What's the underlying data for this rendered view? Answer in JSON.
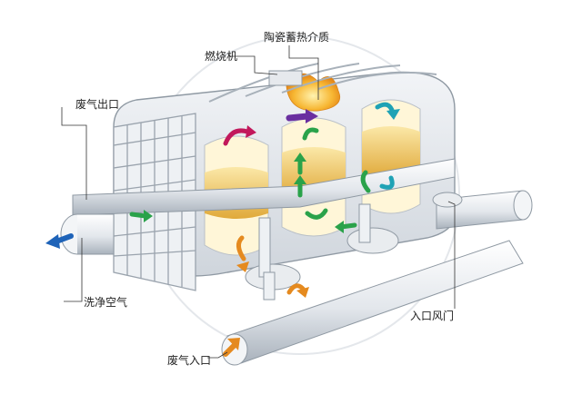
{
  "labels": {
    "ceramic_media": "陶瓷蓄热介质",
    "burner": "燃烧机",
    "exhaust_outlet": "废气出口",
    "purge_air": "洗净空气",
    "inlet_valve": "入口风门",
    "exhaust_inlet": "废气入口"
  },
  "colors": {
    "arrow_green": "#2aa24a",
    "arrow_orange": "#e58a1f",
    "arrow_magenta": "#c2185b",
    "arrow_purple": "#6a2fa0",
    "arrow_teal": "#1fa2b5",
    "arrow_blue": "#1e63b8",
    "ceramic_gold": "#e8b84a",
    "flame": "#f4a51c",
    "steel": "#dfe3e8",
    "steel_dark": "#9aa3ad"
  },
  "icons": [
    "flame-icon",
    "flow-arrow-icon"
  ]
}
